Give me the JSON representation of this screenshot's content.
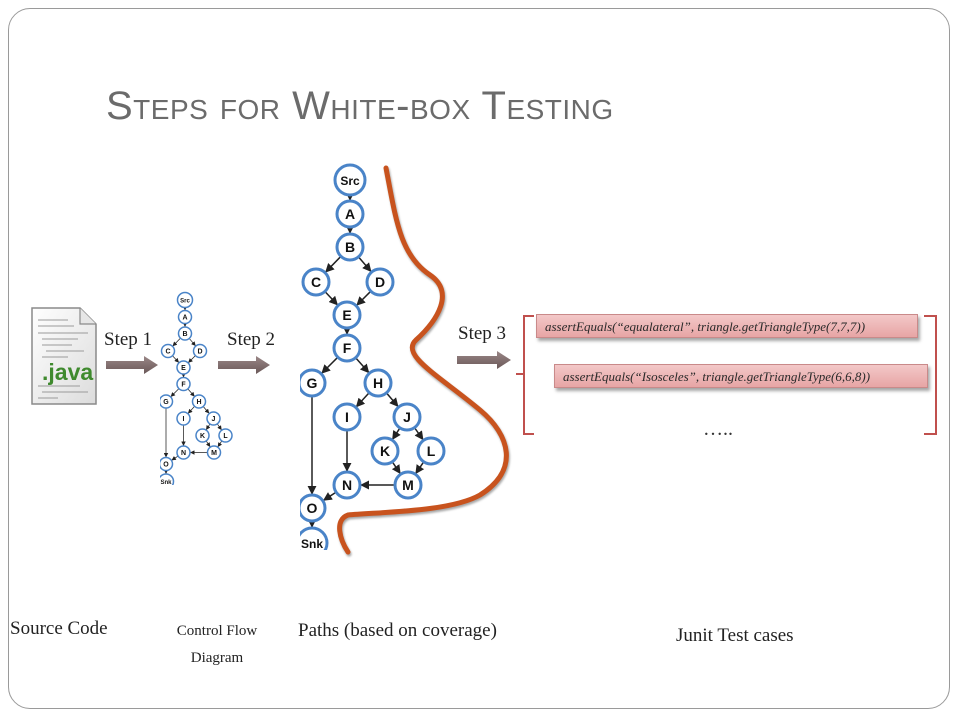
{
  "slide": {
    "title": "Steps for White-box Testing"
  },
  "steps": {
    "step1": "Step 1",
    "step2": "Step 2",
    "step3": "Step 3"
  },
  "source_file": {
    "extension_label": ".java"
  },
  "graph": {
    "nodes": [
      "Src",
      "A",
      "B",
      "C",
      "D",
      "E",
      "F",
      "G",
      "H",
      "I",
      "J",
      "K",
      "L",
      "M",
      "N",
      "O",
      "Snk"
    ]
  },
  "test_cases": {
    "assert1": "assertEquals(“equalateral”, triangle.getTriangleType(7,7,7))",
    "assert2": "assertEquals(“Isosceles”, triangle.getTriangleType(6,6,8))",
    "ellipsis": "….."
  },
  "captions": {
    "source_code": "Source Code",
    "control_flow_line1": "Control Flow",
    "control_flow_line2": "Diagram",
    "paths": "Paths (based on coverage)",
    "junit": "Junit Test cases"
  },
  "colors": {
    "node_stroke": "#4a84c8",
    "node_fill": "#ffffff",
    "path_curve": "#c8531e",
    "arrow": "#7d6a6a",
    "bracket": "#c0504d",
    "title": "#6b6b6b"
  }
}
